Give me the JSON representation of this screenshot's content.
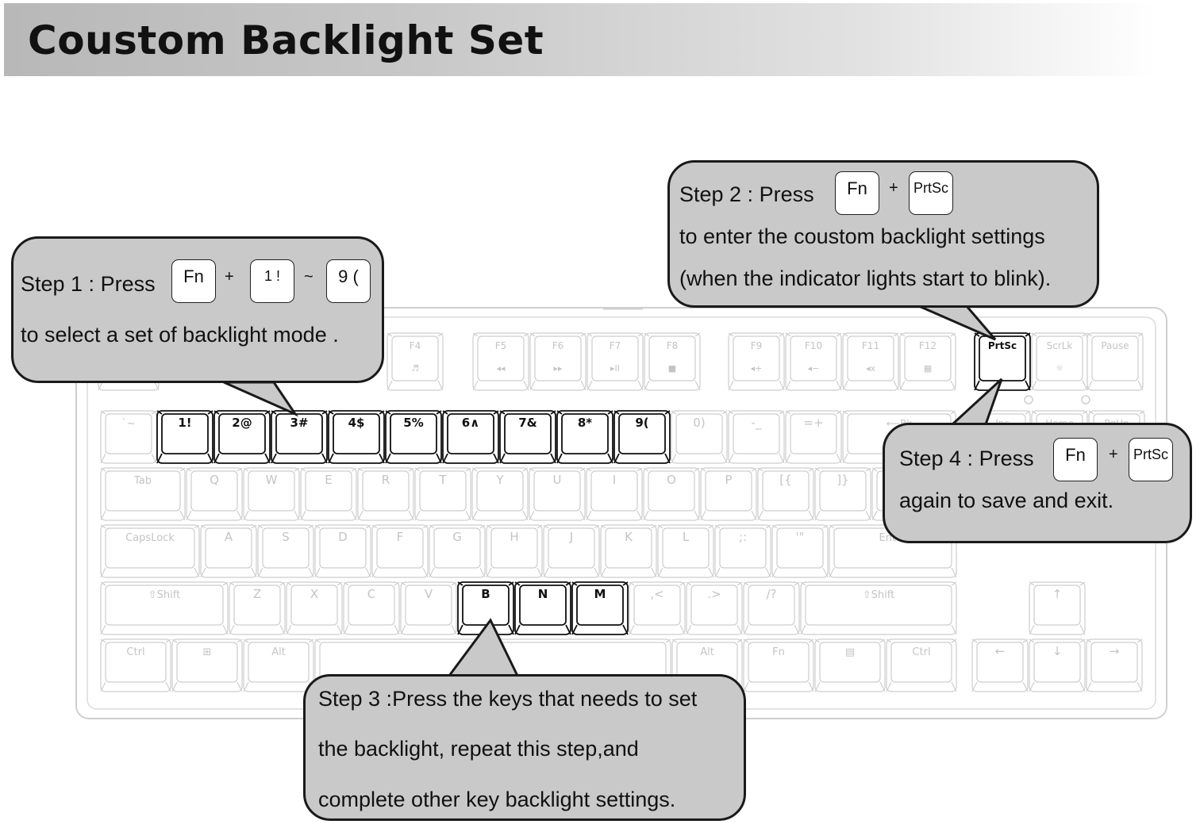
{
  "title": "Coustom Backlight Set",
  "keyboard": {
    "top_row": [
      {
        "main": "F4",
        "sub": "♬"
      },
      {
        "main": "F5",
        "sub": "◂◂"
      },
      {
        "main": "F6",
        "sub": "▸▸"
      },
      {
        "main": "F7",
        "sub": "▸II"
      },
      {
        "main": "F8",
        "sub": "■"
      },
      {
        "main": "F9",
        "sub": "◂+"
      },
      {
        "main": "F10",
        "sub": "◂−"
      },
      {
        "main": "F11",
        "sub": "◂x"
      },
      {
        "main": "F12",
        "sub": "▦"
      },
      {
        "main": "PrtSc",
        "sub": ""
      },
      {
        "main": "ScrLk",
        "sub": "☼"
      },
      {
        "main": "Pause",
        "sub": ""
      }
    ],
    "number_row": [
      "`~",
      "1!",
      "2@",
      "3#",
      "4$",
      "5%",
      "6^",
      "7&",
      "8*",
      "9(",
      "0)",
      "-_",
      "=+",
      "⟵Bk"
    ],
    "q_row": [
      "Tab",
      "Q",
      "W",
      "E",
      "R",
      "T",
      "Y",
      "U",
      "I",
      "O",
      "P",
      "[{",
      "]}"
    ],
    "a_row": [
      "CapsLock",
      "A",
      "S",
      "D",
      "F",
      "G",
      "H",
      "J",
      "K",
      "L",
      ";:",
      "'\"",
      "Enter"
    ],
    "z_row": [
      "⇧Shift",
      "Z",
      "X",
      "C",
      "V",
      "B",
      "N",
      "M",
      ",<",
      ".>",
      "/?",
      "⇧Shift"
    ],
    "bottom_row": [
      "Ctrl",
      "⊞",
      "Alt",
      "",
      "Alt",
      "Fn",
      "▤",
      "Ctrl"
    ],
    "nav_cluster": [
      "Ins",
      "Home",
      "PgUp"
    ],
    "arrows": [
      "↑",
      "←",
      "↓",
      "→"
    ]
  },
  "callouts": {
    "step1": {
      "prefix": "Step 1 : Press",
      "key1": "Fn",
      "plus": "+",
      "key2": "1 !",
      "tilde": "~",
      "key3": "9 (",
      "line2": "to select a set of backlight mode ."
    },
    "step2": {
      "prefix": "Step 2 : Press",
      "key1": "Fn",
      "plus": "+",
      "key2": "PrtSc",
      "line2": "to enter the coustom backlight  settings",
      "line3": "(when the indicator lights start to blink)."
    },
    "step3": {
      "line1": "Step 3 :Press the keys that needs to set",
      "line2": "the backlight, repeat this step,and",
      "line3": " complete other key backlight settings."
    },
    "step4": {
      "prefix": "Step 4 : Press",
      "key1": "Fn",
      "plus": "+",
      "key2": "PrtSc",
      "line2": "again to save and exit."
    }
  }
}
